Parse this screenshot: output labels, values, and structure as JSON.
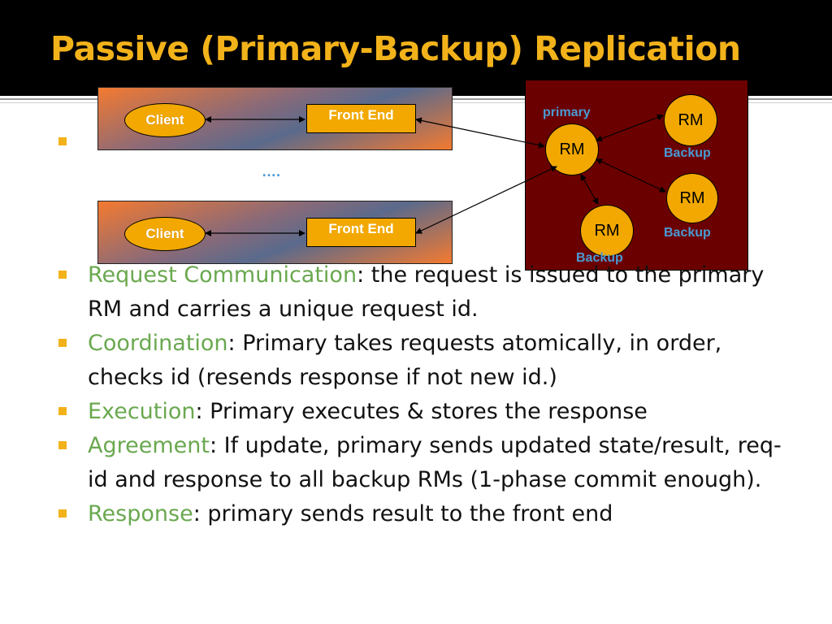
{
  "slide": {
    "title": "Passive (Primary-Backup) Replication"
  },
  "diagram": {
    "client_groups": [
      {
        "client_label": "Client",
        "front_end_label": "Front End"
      },
      {
        "client_label": "Client",
        "front_end_label": "Front End"
      }
    ],
    "ellipsis": "….",
    "primary_label": "primary",
    "rm_nodes": [
      {
        "label": "RM",
        "role": "primary"
      },
      {
        "label": "RM",
        "caption": "Backup"
      },
      {
        "label": "RM",
        "caption": "Backup"
      },
      {
        "label": "RM",
        "caption": "Backup"
      }
    ],
    "colors": {
      "accent": "#f2b21a",
      "node_fill": "#f2a800",
      "panel": "#6b0000",
      "label_blue": "#4a9ad4",
      "keyword_green": "#6aa84f"
    }
  },
  "bullets": [
    {
      "term": "Request Communication",
      "text": ": the request is issued to the primary RM and carries a unique request id."
    },
    {
      "term": "Coordination",
      "text": ": Primary takes requests atomically, in order, checks id (resends response if not new id.)"
    },
    {
      "term": "Execution",
      "text": ": Primary executes & stores the response"
    },
    {
      "term": "Agreement",
      "text": ": If update, primary sends updated state/result, req-id and response to all backup RMs (1-phase commit enough)."
    },
    {
      "term": "Response",
      "text": ": primary sends result to the front end"
    }
  ]
}
